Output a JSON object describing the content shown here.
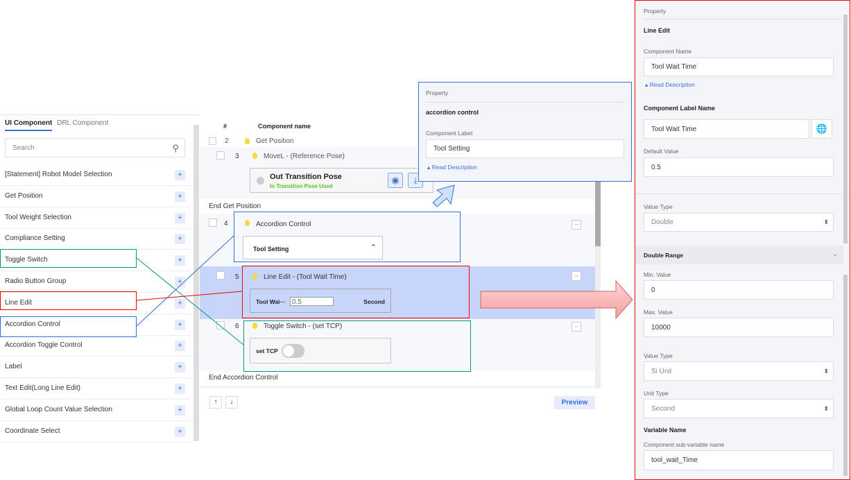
{
  "left": {
    "tabs": [
      "UI Component",
      "DRL Component"
    ],
    "search_placeholder": "Search",
    "items": [
      "[Statement] Robot Model Selection",
      "Get Position",
      "Tool Weight Selection",
      "Compliance Setting",
      "Toggle Switch",
      "Radio Button Group",
      "Line Edit",
      "Accordion Control",
      "Accordion Toggle Control",
      "Label",
      "Text Edit(Long Line Edit)",
      "Global Loop Count Value Selection",
      "Coordinate Select"
    ],
    "add_icon": "+"
  },
  "middle": {
    "col_num": "#",
    "col_name": "Component name",
    "row2": {
      "num": "2",
      "label": "Get Position"
    },
    "row3": {
      "num": "3",
      "label": "MoveL - (Reference Pose)",
      "pose_title": "Out Transition Pose",
      "pose_sub": "In Transition Pose Used"
    },
    "end_get": "End Get Position",
    "row4": {
      "num": "4",
      "label": "Accordion Control",
      "card": "Tool Setting"
    },
    "row5": {
      "num": "5",
      "label": "Line Edit - (Tool Wait Time)",
      "field_label": "Tool Wai···",
      "value": "0.5",
      "unit": "Second"
    },
    "row6": {
      "num": "6",
      "label": "Toggle Switch - (set TCP)",
      "toggle_label": "set TCP",
      "toggle_on": false
    },
    "end_acc": "End Accordion Control",
    "up": "↑",
    "down": "↓",
    "preview": "Preview"
  },
  "popup": {
    "title": "Property",
    "type": "accordion control",
    "label_caption": "Component Label",
    "label_value": "Tool Setting",
    "read_desc": "Read Description"
  },
  "right": {
    "title": "Property",
    "type": "Line Edit",
    "name_caption": "Component Name",
    "name_value": "Tool Wait Time",
    "read_desc": "Read Description",
    "label_name_title": "Component Label Name",
    "label_name_value": "Tool Wait Time",
    "default_caption": "Default Value",
    "default_value": "0.5",
    "value_type_caption": "Value Type",
    "value_type": "Double",
    "range_title": "Double Range",
    "min_caption": "Min. Value",
    "min_value": "0",
    "max_caption": "Max. Value",
    "max_value": "10000",
    "value_type2_caption": "Value Type",
    "value_type2": "Si Unit",
    "unit_caption": "Unit Type",
    "unit_value": "Second",
    "var_title": "Variable Name",
    "var_caption": "Component sub-variable name",
    "var_value": "tool_wait_Time"
  },
  "colors": {
    "accent": "#3a6fd8",
    "selected_row": "#c7d5fb",
    "highlight_red": "#e00000",
    "highlight_teal": "#009977",
    "highlight_blue": "#2f6fd8",
    "green_text": "#5cbf2a"
  }
}
